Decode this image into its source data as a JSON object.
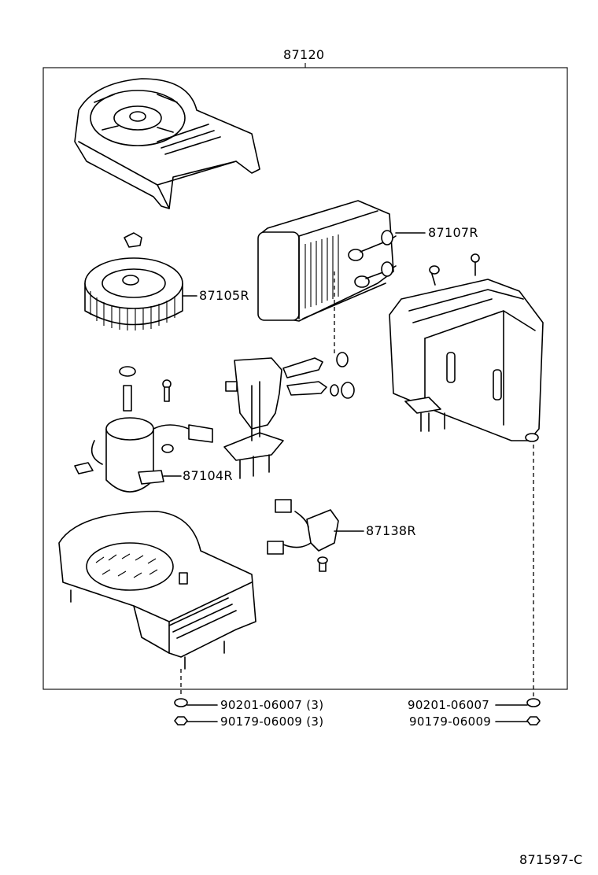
{
  "assembly": {
    "part_number": "87120"
  },
  "parts": {
    "blower_housing_upper": {
      "label": ""
    },
    "radiator_core": {
      "part_number": "87107R"
    },
    "fan": {
      "part_number": "87105R"
    },
    "motor": {
      "part_number": "87104R"
    },
    "resistor": {
      "part_number": "87138R"
    },
    "heater_case": {
      "label": ""
    }
  },
  "fasteners": {
    "left_washer": {
      "part_number": "90201-06007 (3)"
    },
    "left_nut": {
      "part_number": "90179-06009 (3)"
    },
    "right_washer": {
      "part_number": "90201-06007"
    },
    "right_nut": {
      "part_number": "90179-06009"
    }
  },
  "diagram_code": "871597-C"
}
